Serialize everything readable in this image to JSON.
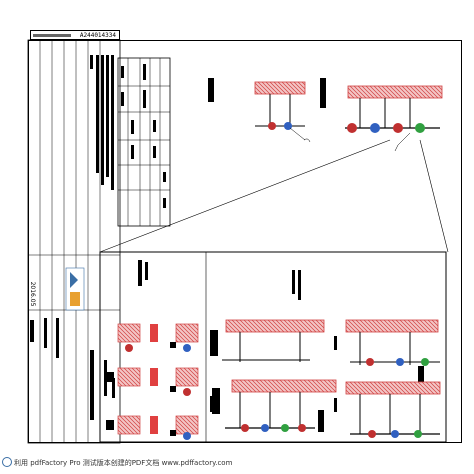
{
  "header": {
    "drawing_no": "A244014334"
  },
  "title_block": {
    "date": "2016.05"
  },
  "footer": {
    "watermark": "利用 pdfFactory Pro 测试版本创建的PDF文档 www.pdffactory.com"
  }
}
